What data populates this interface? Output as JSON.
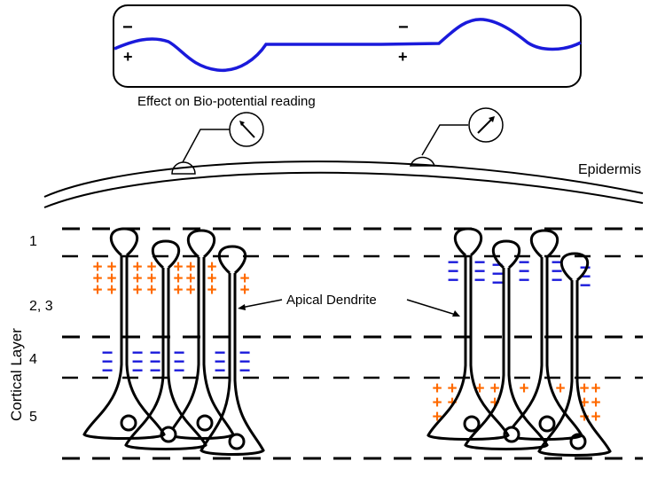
{
  "title_caption": "Effect on Bio-potential reading",
  "signal_box": {
    "polarity_left": {
      "top": "−",
      "bottom": "+"
    },
    "polarity_right": {
      "top": "−",
      "bottom": "+"
    },
    "trace_color": "#1a1adb"
  },
  "epidermis_label": "Epidermis",
  "axis_label": "Cortical Layer",
  "layer_labels": [
    "1",
    "2, 3",
    "4",
    "5"
  ],
  "annotation": "Apical Dendrite",
  "colors": {
    "positive_charge": "#ff6a00",
    "negative_charge": "#1a1adb",
    "line": "#000000"
  },
  "charge_symbols": {
    "positive": "+",
    "negative": "−"
  },
  "left_group": {
    "upper_charge": "positive",
    "lower_charge": "negative"
  },
  "right_group": {
    "upper_charge": "negative",
    "lower_charge": "positive"
  },
  "meters": [
    {
      "name": "left-meter",
      "needle": "up-left"
    },
    {
      "name": "right-meter",
      "needle": "up-right"
    }
  ]
}
